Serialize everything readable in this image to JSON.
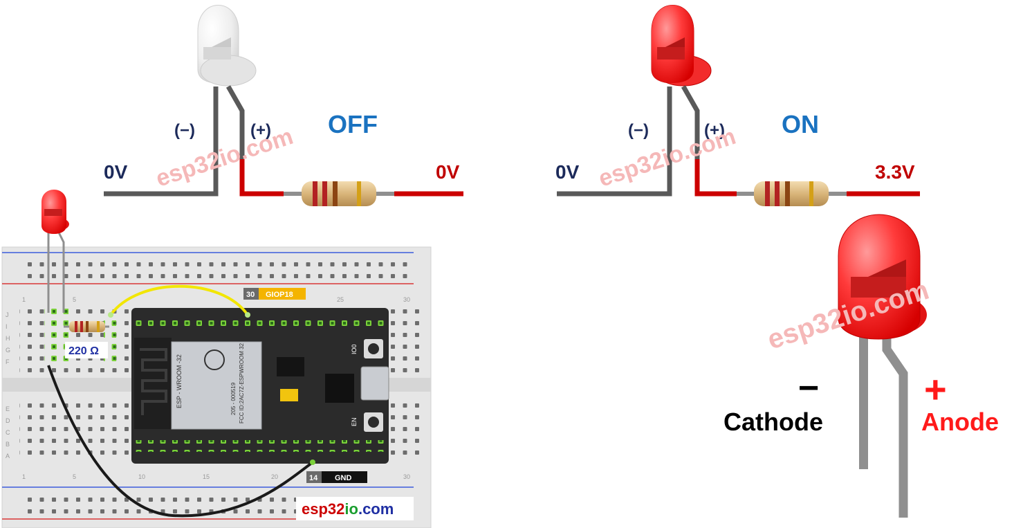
{
  "off_circuit": {
    "minus_label": "(−)",
    "plus_label": "(+)",
    "state": "OFF",
    "left_voltage": "0V",
    "right_voltage": "0V"
  },
  "on_circuit": {
    "minus_label": "(−)",
    "plus_label": "(+)",
    "state": "ON",
    "left_voltage": "0V",
    "right_voltage": "3.3V"
  },
  "led_legend": {
    "minus_symbol": "−",
    "plus_symbol": "+",
    "cathode_label": "Cathode",
    "anode_label": "Anode"
  },
  "breadboard": {
    "resistor_label": "220 Ω",
    "pin_gpio_number": "30",
    "pin_gpio_label": "GIOP18",
    "pin_gnd_number": "14",
    "pin_gnd_label": "GND",
    "col_numbers": [
      "1",
      "5",
      "10",
      "15",
      "20",
      "25",
      "30"
    ],
    "row_letters_top": [
      "J",
      "I",
      "H",
      "G",
      "F"
    ],
    "row_letters_bottom": [
      "E",
      "D",
      "C",
      "B",
      "A"
    ],
    "module_labels": [
      "ESP - WROOM -32",
      "205 - 000519",
      "FCC ID:2AC7Z-ESPWROOM 32",
      "IO0",
      "EN"
    ]
  },
  "brand": {
    "part1": "esp32",
    "part2": "io",
    "part3": ".com",
    "watermark": "esp32io.com"
  },
  "colors": {
    "label_blue": "#1a72c0",
    "voltage_navy": "#1c2a5a",
    "voltage_red": "#c00000",
    "wire_gray": "#595959",
    "wire_red": "#cc0000",
    "gpio_tag": "#f4b400",
    "anode_red": "#ff1a1a",
    "watermark": "#f5b8b8"
  }
}
